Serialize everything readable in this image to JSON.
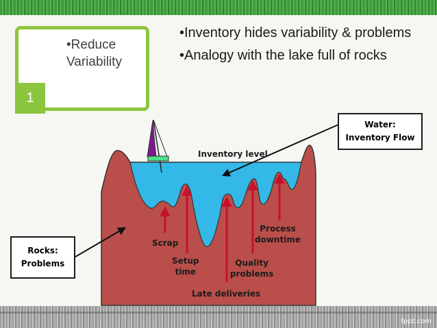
{
  "slide": {
    "topic_number": "1",
    "topic_title_line1": "•Reduce",
    "topic_title_line2": "Variability",
    "bullets": [
      "•Inventory hides variability & problems",
      "•Analogy with the lake full of rocks"
    ]
  },
  "diagram": {
    "water_level_label": "Inventory level",
    "water_callout": {
      "line1": "Water:",
      "line2": "Inventory Flow"
    },
    "rocks_callout": {
      "line1": "Rocks:",
      "line2": "Problems"
    },
    "problems": [
      {
        "line1": "Scrap",
        "line2": ""
      },
      {
        "line1": "Setup",
        "line2": "time"
      },
      {
        "line1": "Late deliveries",
        "line2": ""
      },
      {
        "line1": "Quality",
        "line2": "problems"
      },
      {
        "line1": "Process",
        "line2": "downtime"
      }
    ],
    "colors": {
      "rock": "#b94e4a",
      "water": "#33b8e8",
      "arrow": "#c8102e",
      "sail": "#7d1b8a",
      "hull": "#4ee08a"
    }
  },
  "footer": {
    "watermark": "fppt.com"
  }
}
